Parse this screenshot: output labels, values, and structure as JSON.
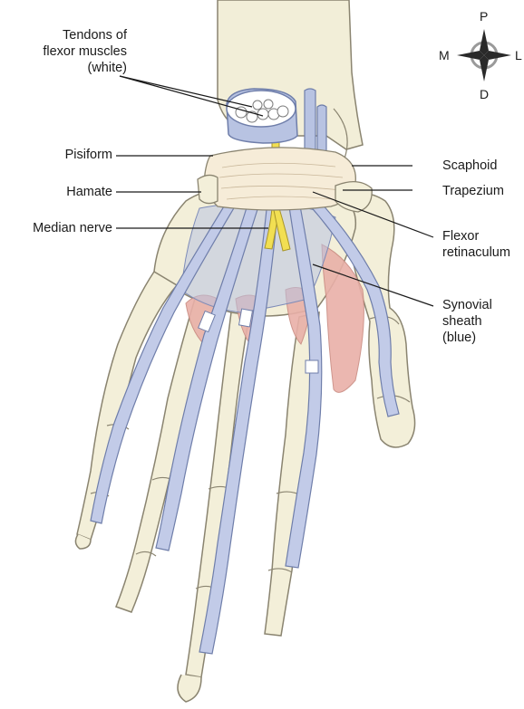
{
  "labels": {
    "tendons_line1": "Tendons of",
    "tendons_line2": "flexor muscles",
    "tendons_line3": "(white)",
    "pisiform": "Pisiform",
    "hamate": "Hamate",
    "median_nerve": "Median nerve",
    "scaphoid": "Scaphoid",
    "trapezium": "Trapezium",
    "flexor_line1": "Flexor",
    "flexor_line2": "retinaculum",
    "synovial_line1": "Synovial",
    "synovial_line2": "sheath",
    "synovial_line3": "(blue)"
  },
  "compass": {
    "proximal": "P",
    "distal": "D",
    "medial": "M",
    "lateral": "L"
  },
  "colors": {
    "bone": "#f3efd9",
    "bone_outline": "#8a8470",
    "tendon": "#ffffff",
    "sheath": "#b8c3e2",
    "muscle": "#e9b0a8",
    "nerve": "#f2df52",
    "retinaculum": "#f6ecd8"
  }
}
